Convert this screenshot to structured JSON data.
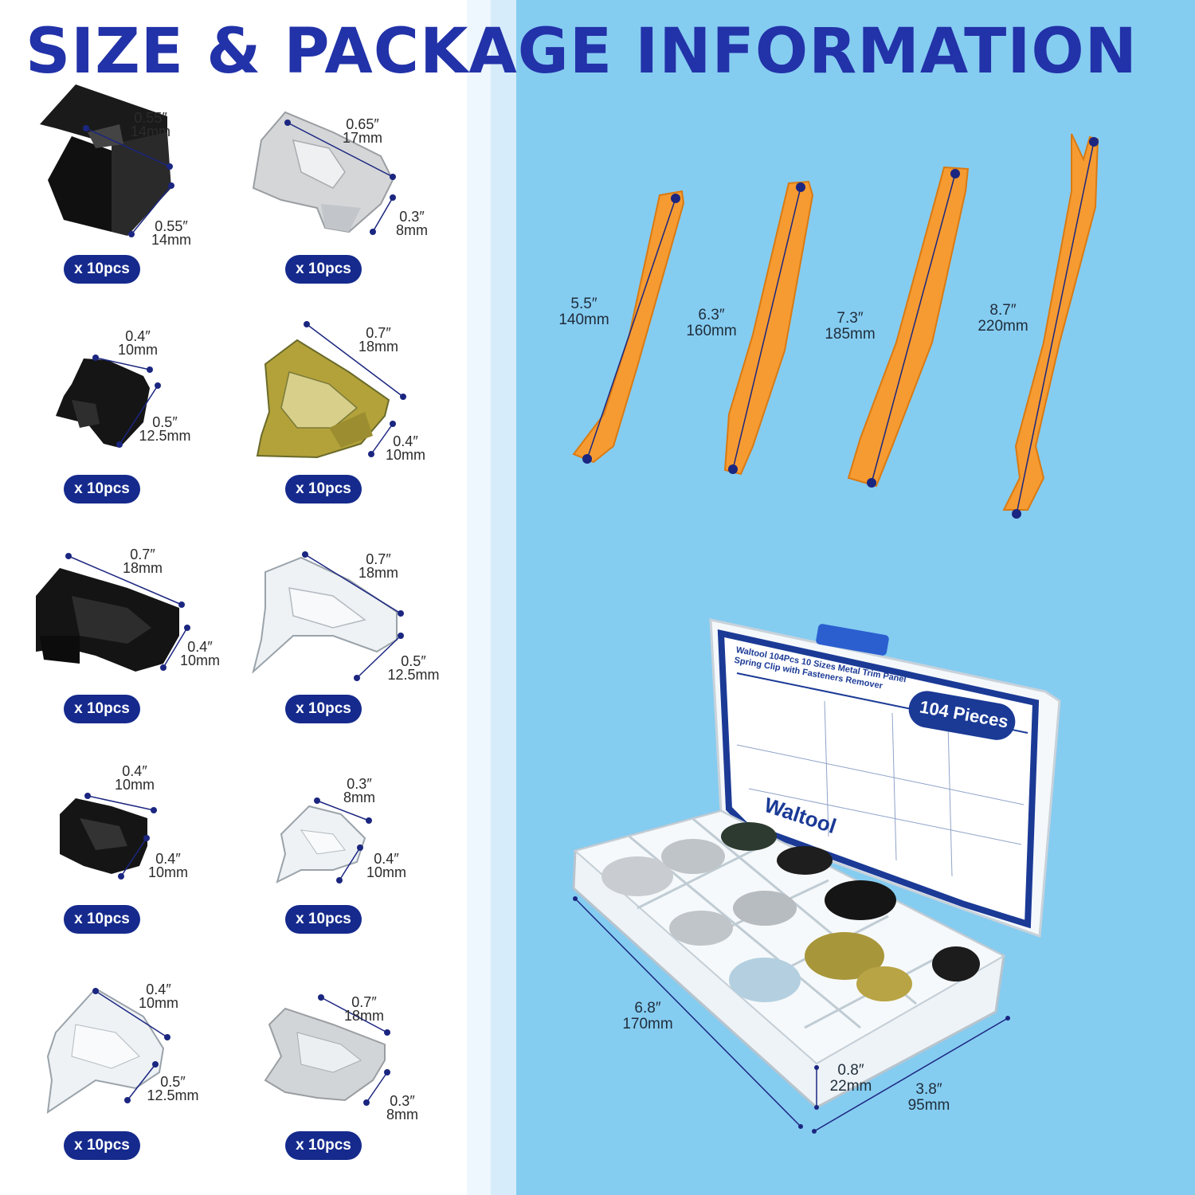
{
  "title": "SIZE & PACKAGE INFORMATION",
  "clips": [
    {
      "dim1": [
        "0.55″",
        "14mm"
      ],
      "dim2": [
        "0.55″",
        "14mm"
      ],
      "qty": "x 10pcs",
      "finish": "black"
    },
    {
      "dim1": [
        "0.65″",
        "17mm"
      ],
      "dim2": [
        "0.3″",
        "8mm"
      ],
      "qty": "x 10pcs",
      "finish": "silver"
    },
    {
      "dim1": [
        "0.4″",
        "10mm"
      ],
      "dim2": [
        "0.5″",
        "12.5mm"
      ],
      "qty": "x 10pcs",
      "finish": "black"
    },
    {
      "dim1": [
        "0.7″",
        "18mm"
      ],
      "dim2": [
        "0.4″",
        "10mm"
      ],
      "qty": "x 10pcs",
      "finish": "yellow-zinc"
    },
    {
      "dim1": [
        "0.7″",
        "18mm"
      ],
      "dim2": [
        "0.4″",
        "10mm"
      ],
      "qty": "x 10pcs",
      "finish": "black"
    },
    {
      "dim1": [
        "0.7″",
        "18mm"
      ],
      "dim2": [
        "0.5″",
        "12.5mm"
      ],
      "qty": "x 10pcs",
      "finish": "clear"
    },
    {
      "dim1": [
        "0.4″",
        "10mm"
      ],
      "dim2": [
        "0.4″",
        "10mm"
      ],
      "qty": "x 10pcs",
      "finish": "black"
    },
    {
      "dim1": [
        "0.3″",
        "8mm"
      ],
      "dim2": [
        "0.4″",
        "10mm"
      ],
      "qty": "x 10pcs",
      "finish": "clear"
    },
    {
      "dim1": [
        "0.4″",
        "10mm"
      ],
      "dim2": [
        "0.5″",
        "12.5mm"
      ],
      "qty": "x 10pcs",
      "finish": "clear"
    },
    {
      "dim1": [
        "0.7″",
        "18mm"
      ],
      "dim2": [
        "0.3″",
        "8mm"
      ],
      "qty": "x 10pcs",
      "finish": "silver"
    }
  ],
  "tools": [
    {
      "inch": "5.5″",
      "mm": "140mm"
    },
    {
      "inch": "6.3″",
      "mm": "160mm"
    },
    {
      "inch": "7.3″",
      "mm": "185mm"
    },
    {
      "inch": "8.7″",
      "mm": "220mm"
    }
  ],
  "box": {
    "label_title": "Waltool 104Pcs 10 Sizes Metal Trim Panel Spring Clip with Fasteners Remover",
    "pieces_badge": "104 Pieces",
    "brand": "Waltool",
    "length": {
      "inch": "6.8″",
      "mm": "170mm"
    },
    "height": {
      "inch": "0.8″",
      "mm": "22mm"
    },
    "width": {
      "inch": "3.8″",
      "mm": "95mm"
    }
  },
  "colors": {
    "title": "#2232a8",
    "pill": "#152a8c",
    "right_bg": "#85ccf1",
    "tool_orange": "#f79a2e",
    "dim_dot": "#1b2680"
  }
}
